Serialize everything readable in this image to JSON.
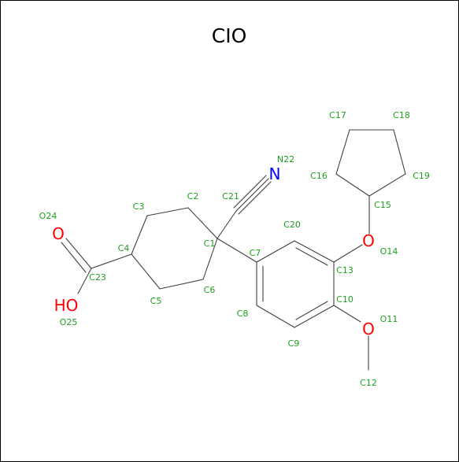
{
  "title": "CIO",
  "colors": {
    "carbon_label": "#1fa01f",
    "oxygen": "#ff0000",
    "nitrogen": "#0000ff",
    "bond": "#404040",
    "frame": "#000000"
  },
  "heteroatoms": {
    "o_acid": "O",
    "oh_acid": "HO",
    "nitrile_n": "N",
    "ether_o1": "O",
    "ether_o2": "O"
  },
  "atom_labels": {
    "C1": "C1",
    "C2": "C2",
    "C3": "C3",
    "C4": "C4",
    "C5": "C5",
    "C6": "C6",
    "C7": "C7",
    "C8": "C8",
    "C9": "C9",
    "C10": "C10",
    "O11": "O11",
    "C12": "C12",
    "C13": "C13",
    "O14": "O14",
    "C15": "C15",
    "C16": "C16",
    "C17": "C17",
    "C18": "C18",
    "C19": "C19",
    "C20": "C20",
    "C21": "C21",
    "N22": "N22",
    "C23": "C23",
    "O24": "O24",
    "O25": "O25"
  }
}
